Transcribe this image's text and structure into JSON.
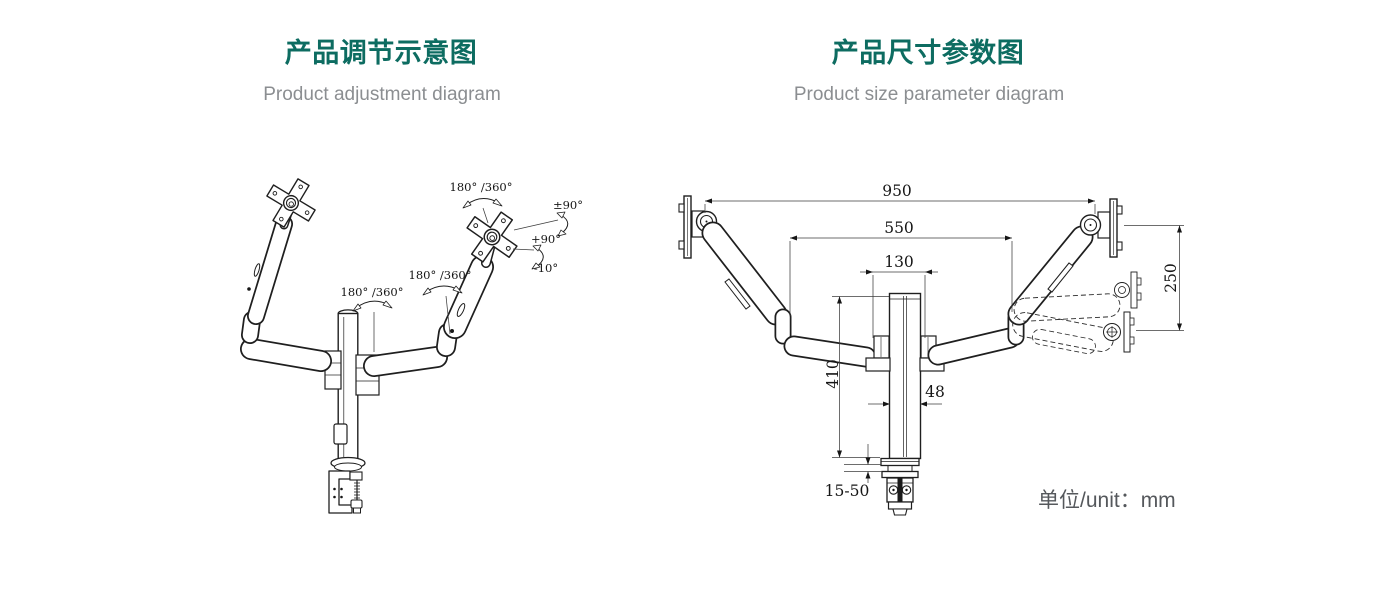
{
  "left_diagram": {
    "title": "产品调节示意图",
    "subtitle": "Product adjustment diagram",
    "angles": {
      "swivel_top": "180° /360°",
      "swivel_mid": "180° /360°",
      "swivel_left": "180° /360°",
      "rotate_range": "±90°",
      "tilt_up": "+90°",
      "tilt_down": "-10°"
    }
  },
  "right_diagram": {
    "title": "产品尺寸参数图",
    "subtitle": "Product size parameter diagram",
    "dims": {
      "max_width": "950",
      "arm_width": "550",
      "pivot_spacing": "130",
      "height_range": "250",
      "pole_height": "410",
      "pole_width": "48",
      "clamp_thickness": "15-50"
    },
    "unit": "单位/unit：mm"
  },
  "colors": {
    "title_teal": "#0d6c61",
    "subtitle_gray": "#8b8e91",
    "line_black": "#1f1f1f",
    "unit_gray": "#55585c"
  }
}
